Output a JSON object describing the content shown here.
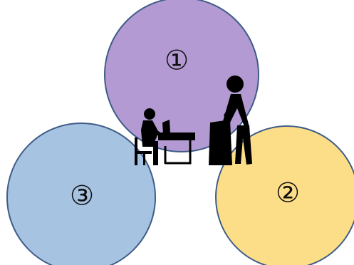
{
  "circles": [
    {
      "id": "circle-1",
      "label": "①",
      "fill": "#B49AD3",
      "stroke": "#3F5C88"
    },
    {
      "id": "circle-2",
      "label": "②",
      "fill": "#FDDE88",
      "stroke": "#3F5C88"
    },
    {
      "id": "circle-3",
      "label": "③",
      "fill": "#A6C3E2",
      "stroke": "#3F5C88"
    }
  ],
  "icons": {
    "student": "student-at-desk-icon",
    "teacher": "teacher-at-lectern-icon"
  }
}
